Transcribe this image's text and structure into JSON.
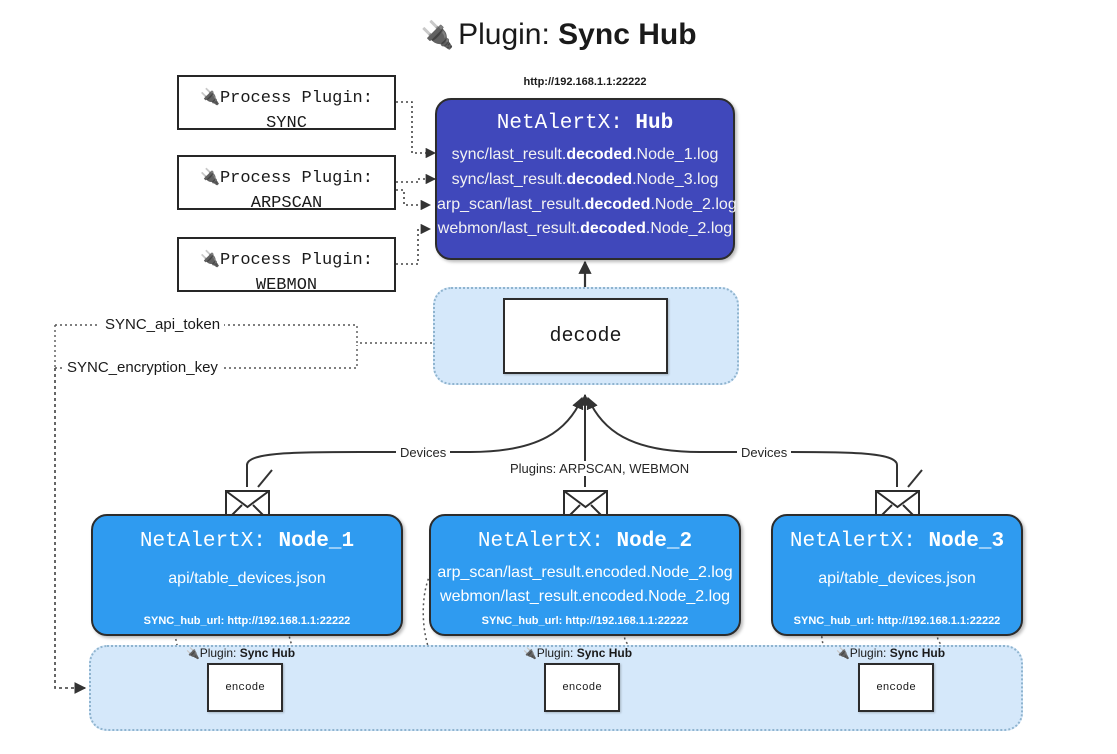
{
  "title": {
    "icon": "plug-icon",
    "glyph": "🔌",
    "prefix": "Plugin: ",
    "name": "Sync Hub"
  },
  "process_plugins": [
    {
      "icon": "plug-icon",
      "glyph": "🔌",
      "line1": "Process Plugin:",
      "line2": "SYNC"
    },
    {
      "icon": "plug-icon",
      "glyph": "🔌",
      "line1": "Process Plugin:",
      "line2": "ARPSCAN"
    },
    {
      "icon": "plug-icon",
      "glyph": "🔌",
      "line1": "Process Plugin:",
      "line2": "WEBMON"
    }
  ],
  "hub": {
    "url": "http://192.168.1.1:22222",
    "title_prefix": "NetAlertX: ",
    "title_name": "Hub",
    "logs": [
      {
        "pre": "sync/last_result.",
        "bold": "decoded",
        "post": ".Node_1.log"
      },
      {
        "pre": "sync/last_result.",
        "bold": "decoded",
        "post": ".Node_3.log"
      },
      {
        "pre": "arp_scan/last_result.",
        "bold": "decoded",
        "post": ".Node_2.log"
      },
      {
        "pre": "webmon/last_result.",
        "bold": "decoded",
        "post": ".Node_2.log"
      }
    ]
  },
  "decode": {
    "label": "decode"
  },
  "secrets": [
    {
      "label": "SYNC_api_token"
    },
    {
      "label": "SYNC_encryption_key"
    }
  ],
  "edge_labels": {
    "devices_left": "Devices",
    "devices_right": "Devices",
    "plugins_center": "Plugins: ARPSCAN, WEBMON"
  },
  "nodes": [
    {
      "icon": "envelope-icon",
      "title_prefix": "NetAlertX: ",
      "title_name": "Node_1",
      "lines": [
        "api/table_devices.json"
      ],
      "hub_url": "SYNC_hub_url: http://192.168.1.1:22222"
    },
    {
      "icon": "envelope-icon",
      "title_prefix": "NetAlertX: ",
      "title_name": "Node_2",
      "lines": [
        "arp_scan/last_result.encoded.Node_2.log",
        "webmon/last_result.encoded.Node_2.log"
      ],
      "hub_url": "SYNC_hub_url: http://192.168.1.1:22222"
    },
    {
      "icon": "envelope-icon",
      "title_prefix": "NetAlertX: ",
      "title_name": "Node_3",
      "lines": [
        "api/table_devices.json"
      ],
      "hub_url": "SYNC_hub_url: http://192.168.1.1:22222"
    }
  ],
  "encoders": [
    {
      "icon": "plug-icon",
      "glyph": "🔌",
      "label_prefix": "Plugin: ",
      "label_name": "Sync Hub",
      "box_label": "encode"
    },
    {
      "icon": "plug-icon",
      "glyph": "🔌",
      "label_prefix": "Plugin: ",
      "label_name": "Sync Hub",
      "box_label": "encode"
    },
    {
      "icon": "plug-icon",
      "glyph": "🔌",
      "label_prefix": "Plugin: ",
      "label_name": "Sync Hub",
      "box_label": "encode"
    }
  ],
  "colors": {
    "hub": "#4048bb",
    "node": "#2f9bf0",
    "zone": "#d5e8fa",
    "stroke": "#2c2c2c"
  }
}
